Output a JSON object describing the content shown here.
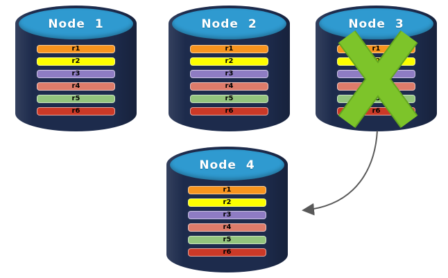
{
  "diagram": {
    "nodes": [
      {
        "label": "Node 1",
        "replicas": [
          {
            "label": "r1",
            "color": "#F7941E"
          },
          {
            "label": "r2",
            "color": "#FDFE00"
          },
          {
            "label": "r3",
            "color": "#8E7CC3"
          },
          {
            "label": "r4",
            "color": "#DD7B6A"
          },
          {
            "label": "r5",
            "color": "#93C47D"
          },
          {
            "label": "r6",
            "color": "#CB3927"
          }
        ]
      },
      {
        "label": "Node 2",
        "replicas": [
          {
            "label": "r1",
            "color": "#F7941E"
          },
          {
            "label": "r2",
            "color": "#FDFE00"
          },
          {
            "label": "r3",
            "color": "#8E7CC3"
          },
          {
            "label": "r4",
            "color": "#DD7B6A"
          },
          {
            "label": "r5",
            "color": "#93C47D"
          },
          {
            "label": "r6",
            "color": "#CB3927"
          }
        ]
      },
      {
        "label": "Node 3",
        "replicas": [
          {
            "label": "r1",
            "color": "#F7941E"
          },
          {
            "label": "r2",
            "color": "#FDFE00"
          },
          {
            "label": "r3",
            "color": "#8E7CC3"
          },
          {
            "label": "r4",
            "color": "#DD7B6A"
          },
          {
            "label": "r5",
            "color": "#93C47D"
          },
          {
            "label": "r6",
            "color": "#CB3927"
          }
        ]
      },
      {
        "label": "Node 4",
        "replicas": [
          {
            "label": "r1",
            "color": "#F7941E"
          },
          {
            "label": "r2",
            "color": "#FDFE00"
          },
          {
            "label": "r3",
            "color": "#8E7CC3"
          },
          {
            "label": "r4",
            "color": "#DD7B6A"
          },
          {
            "label": "r5",
            "color": "#93C47D"
          },
          {
            "label": "r6",
            "color": "#CB3927"
          }
        ]
      }
    ],
    "colors": {
      "cylinder_body": "#1D2B4C",
      "cylinder_top": "#2F9AD0",
      "cross_green": "#7DC42A",
      "cross_green_dark": "#64A61F",
      "arrow_gray": "#595959"
    },
    "icons": {
      "failure_cross": "x-cross",
      "move_arrow": "curved-arrow"
    }
  }
}
